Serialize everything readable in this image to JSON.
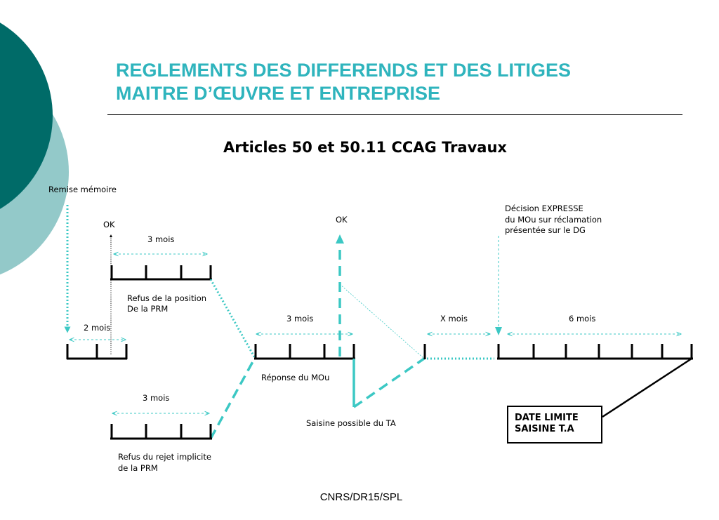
{
  "title": {
    "line1": "REGLEMENTS DES DIFFERENDS ET DES LITIGES",
    "line2": "MAITRE D’ŒUVRE ET ENTREPRISE"
  },
  "subtitle": "Articles 50 et 50.11 CCAG Travaux",
  "diagram": {
    "labels": {
      "remise_memoire": "Remise mémoire",
      "ok_left": "OK",
      "ok_center": "OK",
      "duration_2mois": "2 mois",
      "duration_3mois_upper": "3 mois",
      "duration_3mois_lower": "3 mois",
      "duration_3mois_middle": "3 mois",
      "duration_xmois": "X mois",
      "duration_6mois": "6 mois",
      "refus_position_line1": "Refus de la position",
      "refus_position_line2": "De la PRM",
      "refus_rejet_line1": "Refus du rejet implicite",
      "refus_rejet_line2": "de la PRM",
      "reponse_mou": "Réponse du MOu",
      "saisine_ta": "Saisine possible du TA",
      "decision_line1": "Décision EXPRESSE",
      "decision_line2": "du MOu sur réclamation",
      "decision_line3": "présentée sur le DG"
    },
    "date_limite": {
      "line1": "DATE LIMITE",
      "line2": "SAISINE T.A"
    }
  },
  "footer": "CNRS/DR15/SPL",
  "colors": {
    "title": "#2fb4bd",
    "accent": "#3cc8c4",
    "deco_dark": "#006b68",
    "deco_light": "#93c9c9"
  }
}
